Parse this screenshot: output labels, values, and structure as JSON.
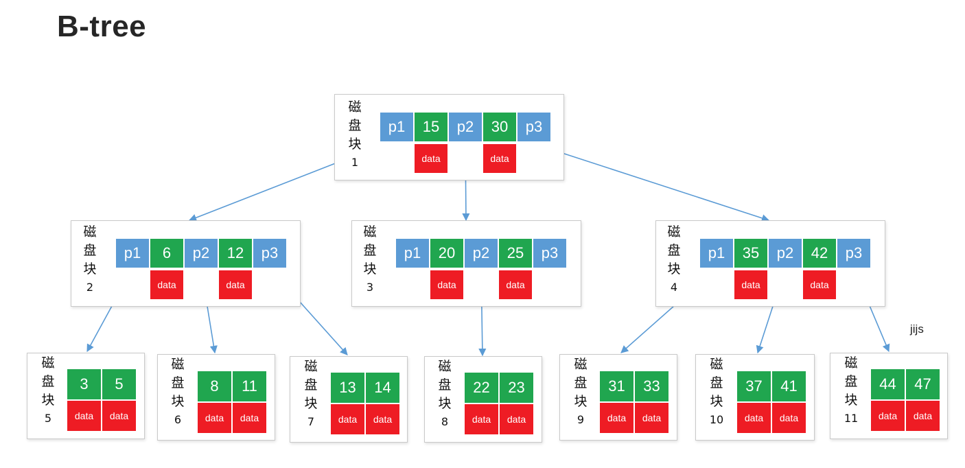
{
  "title": "B-tree",
  "disk_label": "磁盘块",
  "pointer_labels": [
    "p1",
    "p2",
    "p3"
  ],
  "data_label": "data",
  "note": "jijs",
  "colors": {
    "pointer": "#5b9bd5",
    "key": "#20a64f",
    "data": "#ee1c24",
    "arrow": "#5b9bd5"
  },
  "nodes": {
    "n1": {
      "num": "1",
      "keys": [
        "15",
        "30"
      ]
    },
    "n2": {
      "num": "2",
      "keys": [
        "6",
        "12"
      ]
    },
    "n3": {
      "num": "3",
      "keys": [
        "20",
        "25"
      ]
    },
    "n4": {
      "num": "4",
      "keys": [
        "35",
        "42"
      ]
    },
    "n5": {
      "num": "5",
      "keys": [
        "3",
        "5"
      ]
    },
    "n6": {
      "num": "6",
      "keys": [
        "8",
        "11"
      ]
    },
    "n7": {
      "num": "7",
      "keys": [
        "13",
        "14"
      ]
    },
    "n8": {
      "num": "8",
      "keys": [
        "22",
        "23"
      ]
    },
    "n9": {
      "num": "9",
      "keys": [
        "31",
        "33"
      ]
    },
    "n10": {
      "num": "10",
      "keys": [
        "37",
        "41"
      ]
    },
    "n11": {
      "num": "11",
      "keys": [
        "44",
        "47"
      ]
    }
  },
  "edges": [
    [
      "n1",
      "p1",
      "n2"
    ],
    [
      "n1",
      "p2",
      "n3"
    ],
    [
      "n1",
      "p3",
      "n4"
    ],
    [
      "n2",
      "p1",
      "n5"
    ],
    [
      "n2",
      "p2",
      "n6"
    ],
    [
      "n2",
      "p3",
      "n7"
    ],
    [
      "n3",
      "p2",
      "n8"
    ],
    [
      "n4",
      "p1",
      "n9"
    ],
    [
      "n4",
      "p2",
      "n10"
    ],
    [
      "n4",
      "p3",
      "n11"
    ]
  ]
}
